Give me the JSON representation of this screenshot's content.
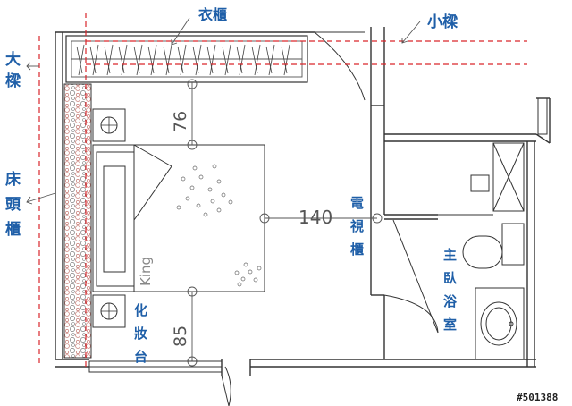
{
  "labels": {
    "wardrobe": "衣櫃",
    "small_beam": "小樑",
    "large_beam_1": "大",
    "large_beam_2": "樑",
    "headboard_1": "床",
    "headboard_2": "頭",
    "headboard_3": "櫃",
    "tv_1": "電",
    "tv_2": "視",
    "tv_3": "櫃",
    "vanity_1": "化",
    "vanity_2": "妝",
    "vanity_3": "台",
    "bath_1": "主",
    "bath_2": "臥",
    "bath_3": "浴",
    "bath_4": "室",
    "bed_size": "King"
  },
  "dimensions": {
    "top": "76",
    "horizontal": "140",
    "bottom": "85"
  },
  "listing_id": "#501388",
  "colors": {
    "label": "#1f5fa8",
    "beam_line": "#d9262b",
    "wall": "#333333",
    "stone": "#c8807a"
  }
}
